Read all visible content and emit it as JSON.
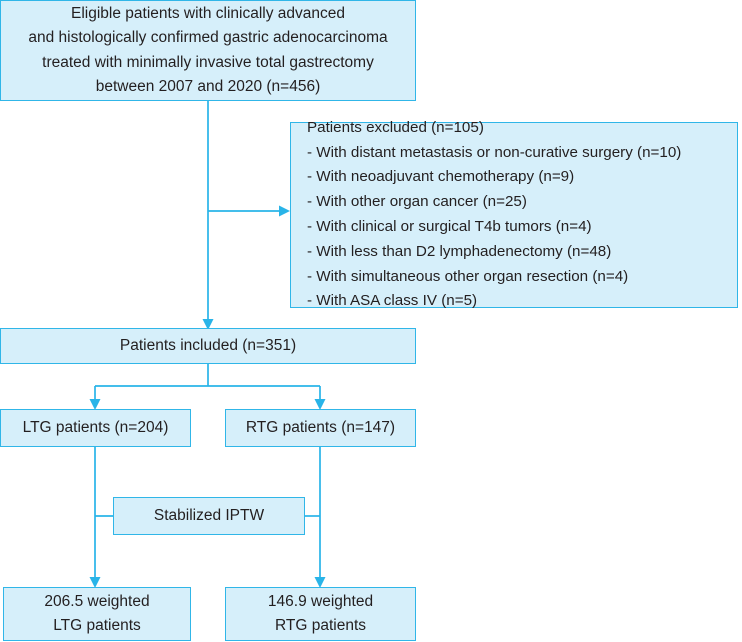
{
  "diagram": {
    "title": "Patient selection flow diagram",
    "colors": {
      "box_fill": "#d6effa",
      "box_border": "#30b6e8",
      "connector": "#29b4e8",
      "text": "#231f20",
      "background": "#ffffff"
    },
    "nodes": {
      "eligible": {
        "text": "Eligible patients with clinically advanced\nand histologically confirmed gastric adenocarcinoma\ntreated with minimally invasive total gastrectomy\nbetween 2007 and 2020 (n=456)"
      },
      "excluded": {
        "text": "Patients excluded (n=105)\n- With distant metastasis or non-curative surgery (n=10)\n- With neoadjuvant chemotherapy (n=9)\n- With other organ cancer (n=25)\n- With clinical or surgical T4b tumors (n=4)\n- With less than D2 lymphadenectomy (n=48)\n- With simultaneous other organ resection (n=4)\n- With ASA class IV (n=5)"
      },
      "included": {
        "text": "Patients included (n=351)"
      },
      "ltg": {
        "text": "LTG patients (n=204)"
      },
      "rtg": {
        "text": "RTG patients (n=147)"
      },
      "iptw": {
        "text": "Stabilized IPTW"
      },
      "ltg_weighted": {
        "text": "206.5 weighted\nLTG patients"
      },
      "rtg_weighted": {
        "text": "146.9 weighted\nRTG patients"
      }
    },
    "counts": {
      "eligible_total": 456,
      "excluded_total": 105,
      "excluded_reasons": [
        {
          "label": "With distant metastasis or non-curative surgery",
          "n": 10
        },
        {
          "label": "With neoadjuvant chemotherapy",
          "n": 9
        },
        {
          "label": "With other organ cancer",
          "n": 25
        },
        {
          "label": "With clinical or surgical T4b tumors",
          "n": 4
        },
        {
          "label": "With less than D2 lymphadenectomy",
          "n": 48
        },
        {
          "label": "With simultaneous other organ resection",
          "n": 4
        },
        {
          "label": "With ASA class IV",
          "n": 5
        }
      ],
      "included_total": 351,
      "ltg": 204,
      "rtg": 147,
      "ltg_weighted": 206.5,
      "rtg_weighted": 146.9,
      "year_start": 2007,
      "year_end": 2020
    }
  }
}
